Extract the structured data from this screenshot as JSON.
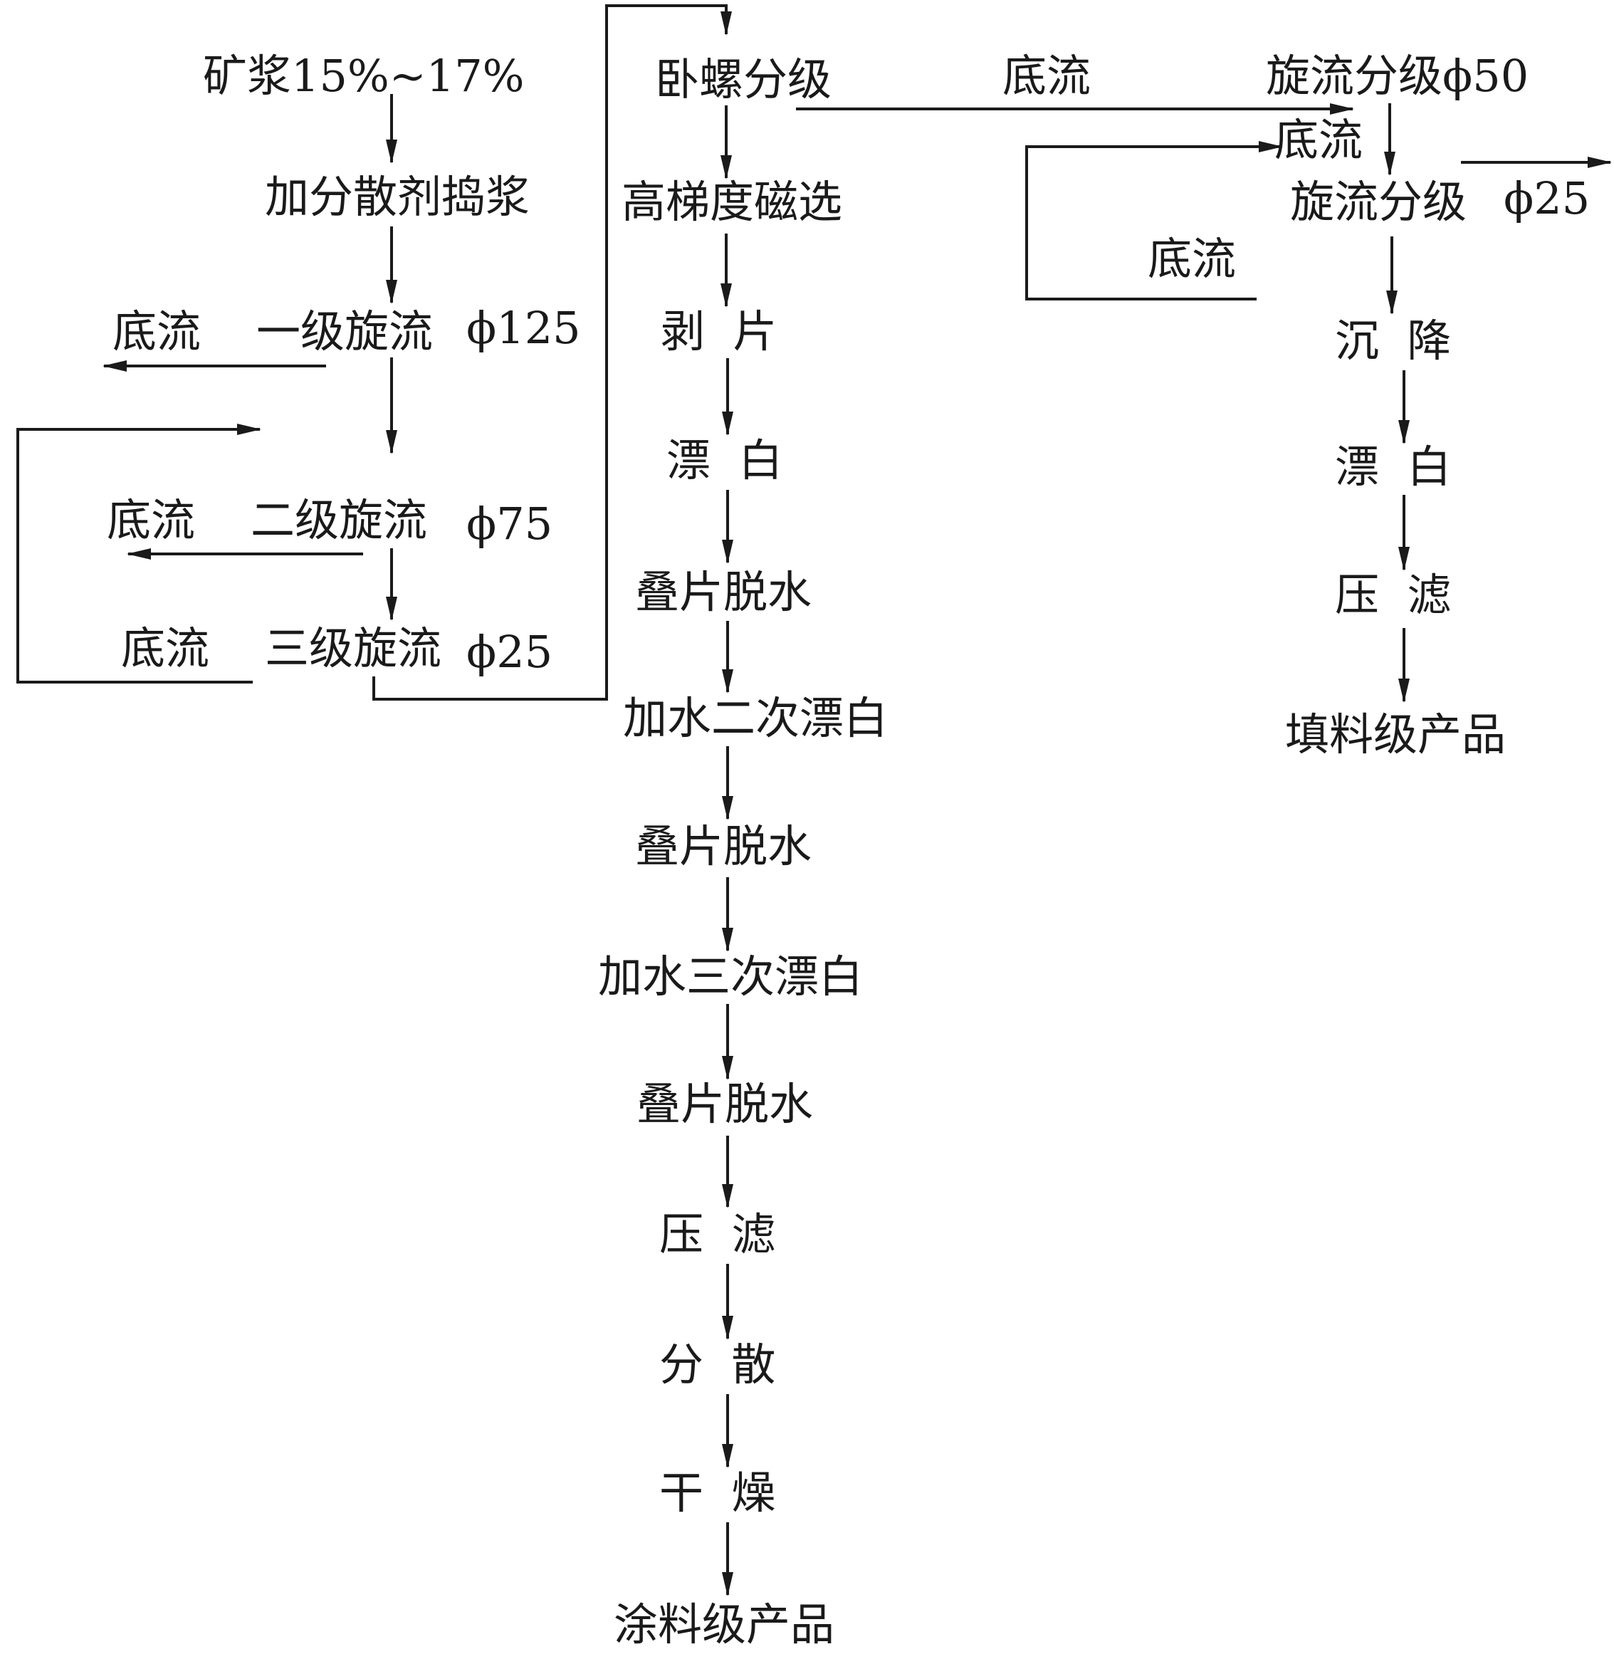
{
  "labels": {
    "slurry": "矿浆15%~17%",
    "dispersant": "加分散剂捣浆",
    "underflow_1": "底流",
    "cyclone_1": "一级旋流",
    "phi_125": "ϕ125",
    "underflow_2": "底流",
    "cyclone_2": "二级旋流",
    "phi_75": "ϕ75",
    "underflow_3": "底流",
    "cyclone_3": "三级旋流",
    "phi_25_a": "ϕ25",
    "horizontal_classify": "卧螺分级",
    "magnetic": "高梯度磁选",
    "delaminate": "剥  片",
    "bleach_1": "漂  白",
    "dewater_1": "叠片脱水",
    "bleach_2": "加水二次漂白",
    "dewater_2": "叠片脱水",
    "bleach_3": "加水三次漂白",
    "dewater_3": "叠片脱水",
    "filter_1": "压  滤",
    "disperse": "分  散",
    "dry": "干  燥",
    "coating_product": "涂料级产品",
    "underflow_top": "底流",
    "cyclone_classify_50": "旋流分级ϕ50",
    "underflow_4": "底流",
    "cyclone_classify_25": "旋流分级",
    "phi_25_b": "ϕ25",
    "underflow_5": "底流",
    "settle": "沉  降",
    "bleach_r": "漂  白",
    "filter_2": "压  滤",
    "filler_product": "填料级产品"
  }
}
